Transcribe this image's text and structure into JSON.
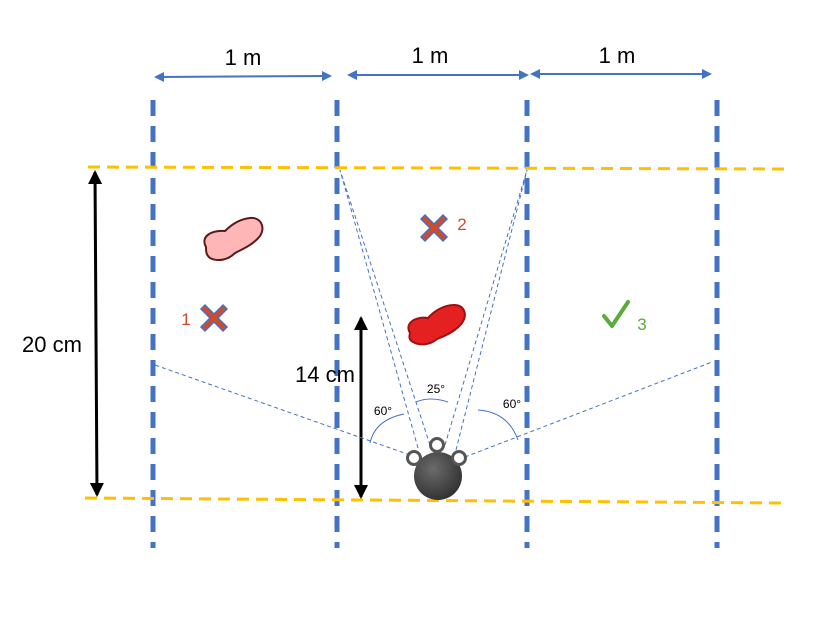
{
  "width_labels": [
    "1 m",
    "1 m",
    "1 m"
  ],
  "height_total_label": "20 cm",
  "height_sensor_label": "14 cm",
  "angles": {
    "left": "60°",
    "center": "25°",
    "right": "60°"
  },
  "markers": {
    "m1": {
      "number": "1",
      "symbol": "cross",
      "color": "#d04a2c"
    },
    "m2": {
      "number": "2",
      "symbol": "cross",
      "color": "#d04a2c"
    },
    "m3": {
      "number": "3",
      "symbol": "check",
      "color": "#5aaa3c"
    }
  },
  "colors": {
    "lane_line": "#4472c4",
    "boundary_line": "#ffc000",
    "arrow": "#000000",
    "dimension_arrow": "#4472c4",
    "sensor_cone": "#4472c4",
    "footprint_light": "#ffb6b6",
    "footprint_dark": "#e42020",
    "robot_body": "#454545"
  }
}
